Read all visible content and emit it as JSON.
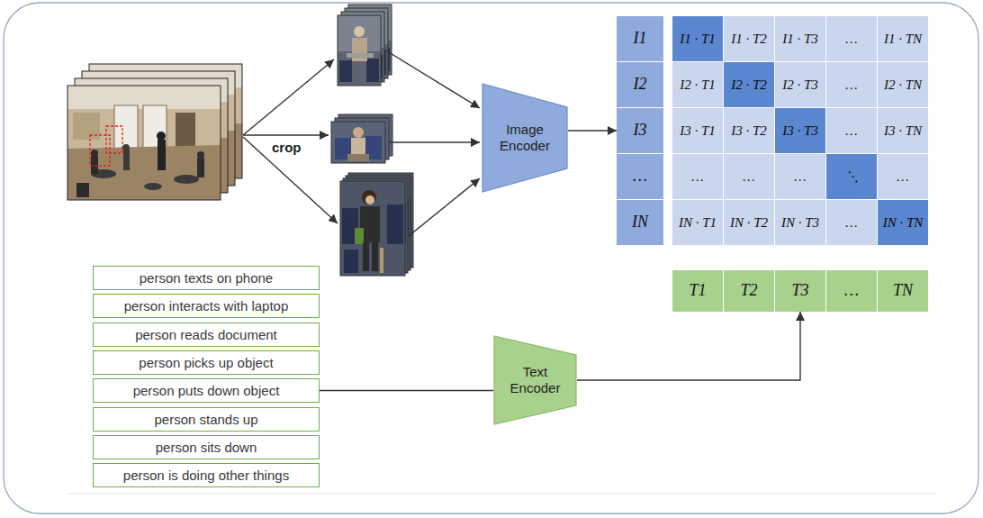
{
  "diagram": {
    "nodes": [
      {
        "text": [
          "Image Encoder"
        ]
      },
      {
        "text": [
          "I1"
        ]
      },
      {
        "text": [
          "I1 · T1"
        ]
      },
      {
        "text": [
          "I1 · T2"
        ]
      },
      {
        "text": [
          "I1 · T3"
        ]
      },
      {
        "text": [
          "…"
        ]
      },
      {
        "text": [
          "I1 · TN"
        ]
      },
      {
        "text": [
          "I2"
        ]
      },
      {
        "text": [
          "I2 · T1"
        ]
      },
      {
        "text": [
          "I2 · T2"
        ]
      },
      {
        "text": [
          "I2 · T3"
        ]
      },
      {
        "text": [
          "…"
        ]
      },
      {
        "text": [
          "I2 · TN"
        ]
      },
      {
        "text": [
          "I3"
        ]
      },
      {
        "text": [
          "I3 · T1"
        ]
      },
      {
        "text": [
          "I3 · T2"
        ]
      },
      {
        "text": [
          "I3 · T3"
        ]
      },
      {
        "text": [
          "…"
        ]
      },
      {
        "text": [
          "I3 · TN"
        ]
      },
      {
        "text": [
          "…"
        ]
      },
      {
        "text": [
          "…"
        ]
      },
      {
        "text": [
          "…"
        ]
      },
      {
        "text": [
          "…"
        ]
      },
      {
        "text": [
          "⋱"
        ]
      },
      {
        "text": [
          "…"
        ]
      },
      {
        "text": [
          "IN"
        ]
      },
      {
        "text": [
          "IN · T1"
        ]
      },
      {
        "text": [
          "IN · T2"
        ]
      },
      {
        "text": [
          "IN · T3"
        ]
      },
      {
        "text": [
          "…"
        ]
      },
      {
        "text": [
          "IN · TN"
        ]
      },
      {
        "text": [
          "T1"
        ]
      },
      {
        "text": [
          "T2"
        ]
      },
      {
        "text": [
          "T3"
        ]
      },
      {
        "text": [
          "…"
        ]
      },
      {
        "text": [
          "TN"
        ]
      },
      {
        "text": [
          "person texts on phone"
        ]
      },
      {
        "text": [
          "person interacts with laptop"
        ]
      },
      {
        "text": [
          "person reads document"
        ]
      },
      {
        "text": [
          "person picks up object"
        ]
      },
      {
        "text": [
          "person puts down object"
        ]
      },
      {
        "text": [
          "person stands up"
        ]
      },
      {
        "text": [
          "person sits down"
        ]
      },
      {
        "text": [
          "person is doing other things"
        ]
      },
      {
        "text": [
          "Text Encoder"
        ]
      }
    ],
    "edges": [
      {
        "from": 0,
        "to": 13,
        "arrow": "to"
      },
      {
        "from": 40,
        "to": 44,
        "arrow": "none"
      },
      {
        "from": 44,
        "to": 33,
        "arrow": "to"
      }
    ],
    "labels": [
      "crop"
    ]
  }
}
